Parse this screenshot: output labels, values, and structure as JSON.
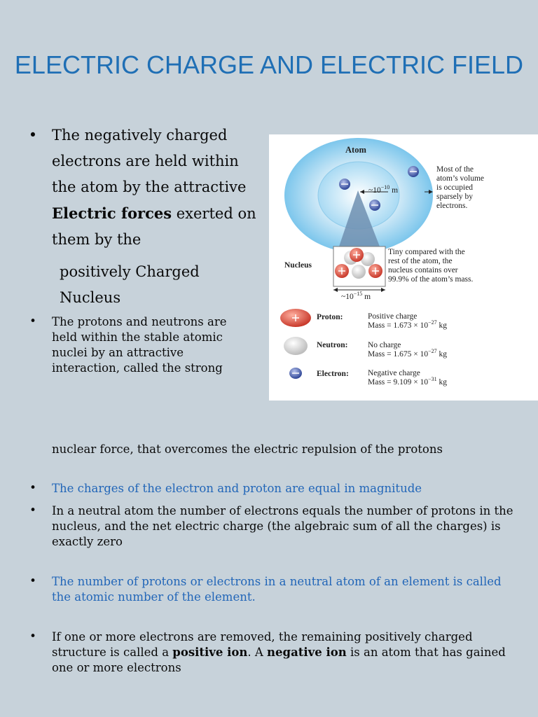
{
  "title": "ELECTRIC CHARGE AND ELECTRIC FIELD",
  "bullet_glyph": "•",
  "p1": {
    "lines_before_bold": [
      "The negatively charged",
      "electrons are held within",
      "the atom by the attractive"
    ],
    "bold": "Electric forces",
    "after_bold": " exerted on",
    "line5": "them by the",
    "indent_lines": [
      "positively Charged",
      "Nucleus"
    ]
  },
  "p2": {
    "lines": [
      "The protons and neutrons are",
      "held within the stable atomic",
      "nuclei by an attractive",
      "interaction, called the strong"
    ],
    "continuation": "nuclear force, that overcomes the electric repulsion of the protons"
  },
  "p3": "The charges of the electron and proton are equal in magnitude",
  "p4": "In a neutral atom the number of electrons equals the number of protons in the nucleus, and the net electric charge (the algebraic sum of all the charges) is exactly zero",
  "p5": "The number of protons or electrons in a neutral atom of an element is called the atomic number of the element.",
  "p6": {
    "text1": "If one or more electrons are removed, the remaining positively charged structure is called a ",
    "bold1": "positive ion",
    "text2": ". A ",
    "bold2": "negative ion",
    "text3": " is an atom that has gained one or more electrons"
  },
  "figure": {
    "atom_label": "Atom",
    "size_atom": "~10",
    "size_atom_exp": "−10",
    "size_unit": " m",
    "atom_note": [
      "Most of the",
      "atom’s volume",
      "is occupied",
      "sparsely by",
      "electrons."
    ],
    "nucleus_label": "Nucleus",
    "nucleus_note": [
      "Tiny compared with the",
      "rest of the atom, the",
      "nucleus contains over",
      "99.9% of the atom’s mass."
    ],
    "size_nucleus": "~10",
    "size_nucleus_exp": "−15",
    "legend": [
      {
        "name": "Proton:",
        "desc": "Positive charge",
        "mass": "Mass = 1.673 × 10",
        "exp": "−27",
        "unit": " kg"
      },
      {
        "name": "Neutron:",
        "desc": "No charge",
        "mass": "Mass = 1.675 × 10",
        "exp": "−27",
        "unit": " kg"
      },
      {
        "name": "Electron:",
        "desc": "Negative charge",
        "mass": "Mass = 9.109 × 10",
        "exp": "−31",
        "unit": " kg"
      }
    ],
    "colors": {
      "cloud": "#7cc6ec",
      "proton": "#e05a4a",
      "neutron": "#e8e8e8",
      "electron": "#4a62b0"
    }
  }
}
